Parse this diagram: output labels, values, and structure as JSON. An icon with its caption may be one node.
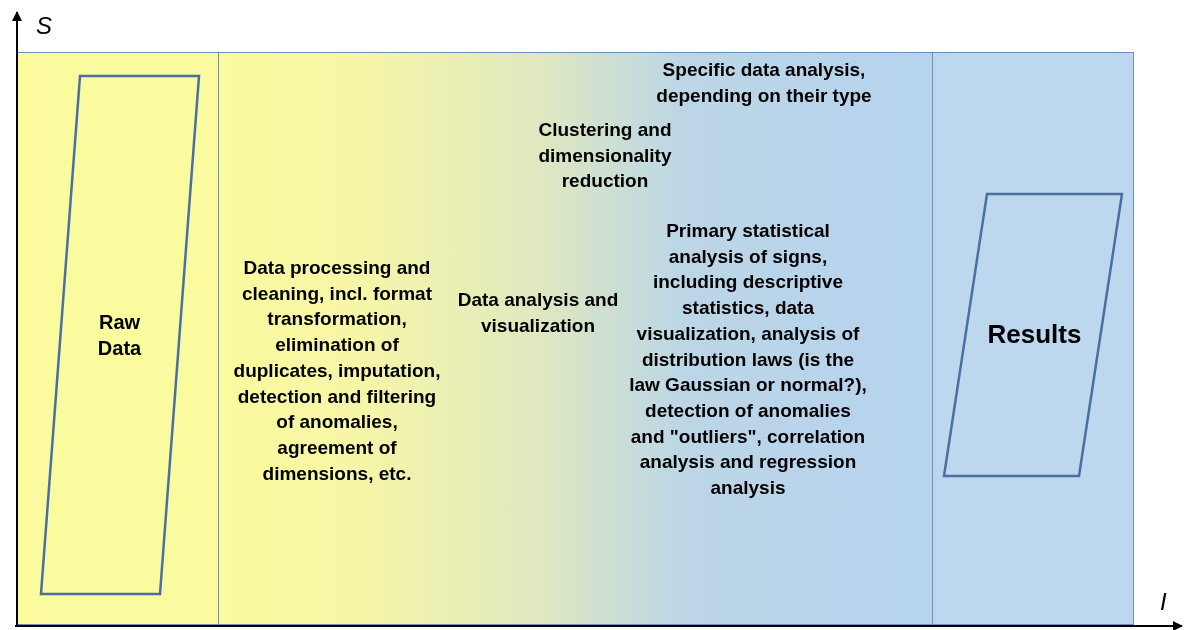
{
  "diagram": {
    "nodes": [
      {
        "text": [],
        "shape": "box"
      },
      {
        "text": [
          "Raw Data"
        ],
        "in": 0
      },
      {
        "text": [],
        "shape": "box"
      },
      {
        "text": [],
        "shape": "box"
      },
      {
        "text": [
          "Results"
        ],
        "in": 3
      }
    ],
    "edges": [],
    "labels": [
      "S",
      "Specific data analysis, depending on their type",
      "Clustering and dimensionality reduction",
      "Primary statistical analysis of signs, including descriptive statistics, data visualization, analysis of distribution laws (is the law Gaussian or normal?), detection of anomalies and \"outliers\", correlation analysis and regression analysis",
      "Data processing and cleaning, incl. format transformation, elimination of duplicates, imputation, detection and filtering of anomalies, agreement of dimensions, etc.",
      "Data analysis and visualization",
      "I"
    ]
  }
}
